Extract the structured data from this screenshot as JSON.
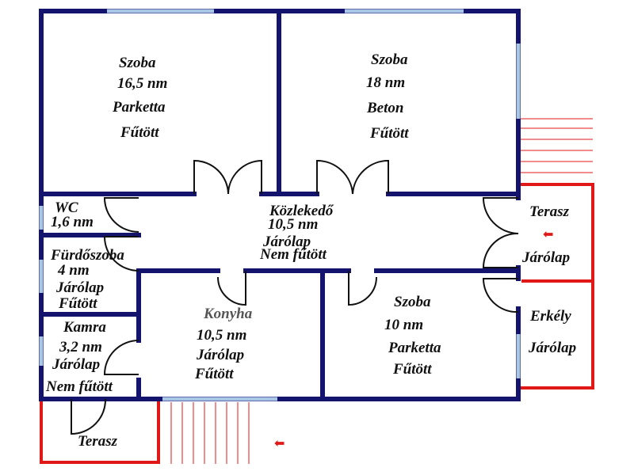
{
  "colors": {
    "wall": "#14146e",
    "window": "#a9c6e6",
    "terrace": "#e01818",
    "door": "#111111"
  },
  "rooms": [
    {
      "id": "szoba1",
      "lines": [
        "Szoba",
        "16,5 nm",
        "Parketta",
        "Fűtött"
      ]
    },
    {
      "id": "szoba2",
      "lines": [
        "Szoba",
        "18 nm",
        "Beton",
        "Fűtött"
      ]
    },
    {
      "id": "wc",
      "lines": [
        "WC",
        "1,6 nm"
      ]
    },
    {
      "id": "kozlekedo",
      "lines": [
        "Közlekedő",
        "10,5 nm",
        "Járólap",
        "Nem fűtött"
      ]
    },
    {
      "id": "furdo",
      "lines": [
        "Fürdőszoba",
        "4 nm",
        "Járólap",
        "Fűtött"
      ]
    },
    {
      "id": "konyha",
      "lines": [
        "Konyha",
        "10,5 nm",
        "Járólap",
        "Fűtött"
      ]
    },
    {
      "id": "szoba3",
      "lines": [
        "Szoba",
        "10 nm",
        "Parketta",
        "Fűtött"
      ]
    },
    {
      "id": "kamra",
      "lines": [
        "Kamra",
        "3,2 nm",
        "Járólap",
        "Nem fűtött"
      ]
    },
    {
      "id": "terasz1",
      "lines": [
        "Terasz",
        "Járólap"
      ]
    },
    {
      "id": "erkely",
      "lines": [
        "Erkély",
        "Járólap"
      ]
    },
    {
      "id": "terasz2",
      "lines": [
        "Terasz"
      ]
    }
  ],
  "icons": [
    "entrance-arrow-icon",
    "entrance-arrow-icon"
  ]
}
